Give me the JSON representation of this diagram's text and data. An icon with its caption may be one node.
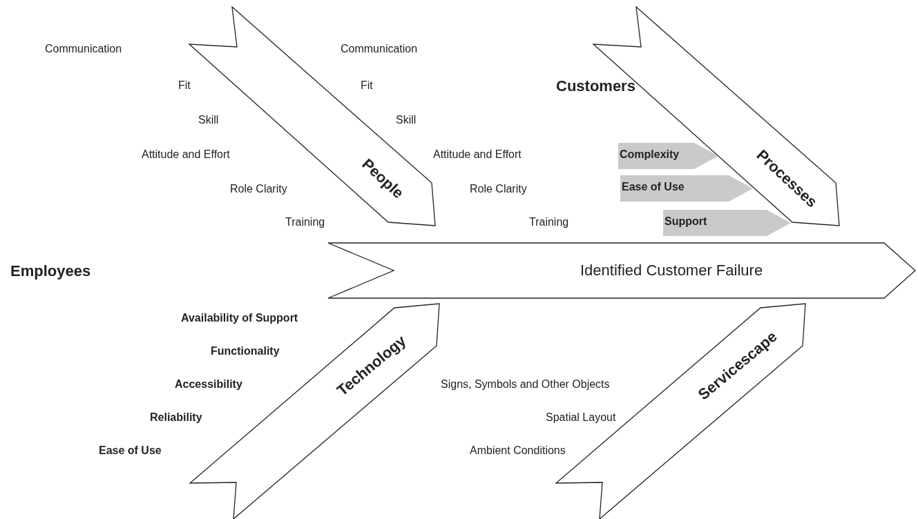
{
  "diagram": {
    "nodes": [
      {
        "text": [
          "People"
        ]
      },
      {
        "text": [
          "Processes"
        ]
      },
      {
        "text": [
          "Complexity"
        ]
      },
      {
        "text": [
          "Ease of Use"
        ]
      },
      {
        "text": [
          "Support"
        ]
      },
      {
        "text": [
          "Identified Customer Failure"
        ]
      },
      {
        "text": [
          "Technology"
        ]
      },
      {
        "text": [
          "Servicescape"
        ]
      }
    ],
    "labels": [
      "Communication",
      "Fit",
      "Skill",
      "Attitude and Effort",
      "Role Clarity",
      "Training",
      "Communication",
      "Fit",
      "Skill",
      "Attitude and Effort",
      "Role Clarity",
      "Training",
      "Customers",
      "Employees",
      "Availability of Support",
      "Functionality",
      "Accessibility",
      "Reliability",
      "Ease of Use",
      "Signs, Symbols and Other Objects",
      "Spatial Layout",
      "Ambient Conditions"
    ]
  }
}
